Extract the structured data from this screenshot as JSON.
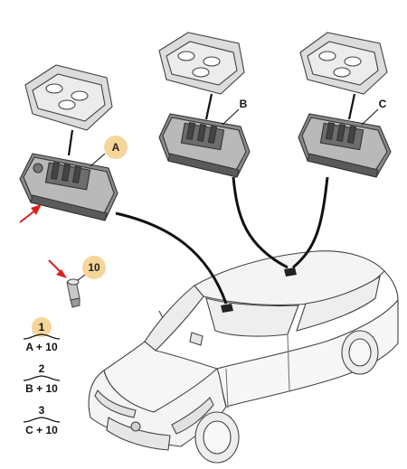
{
  "labels": {
    "A": "A",
    "B": "B",
    "C": "C",
    "bulb_ref": "10"
  },
  "combos": [
    {
      "num": "1",
      "text": "A + 10",
      "highlighted": true
    },
    {
      "num": "2",
      "text": "B + 10",
      "highlighted": false
    },
    {
      "num": "3",
      "text": "C + 10",
      "highlighted": false
    }
  ],
  "colors": {
    "callout_fill": "#f6d59a",
    "arrow_red": "#d9221c",
    "line_dark": "#1a1a1a",
    "part_fill": "#d8d8d8",
    "part_dark": "#555555"
  }
}
